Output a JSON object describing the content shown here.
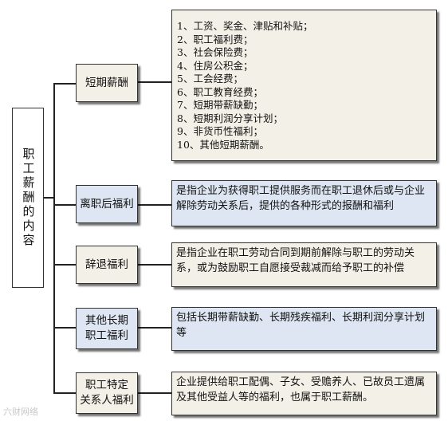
{
  "root": {
    "label": "职工薪酬的内容"
  },
  "categories": [
    {
      "label": "短期薪酬"
    },
    {
      "label": "离职后福利"
    },
    {
      "label": "辞退福利"
    },
    {
      "label": "其他长期\n职工福利"
    },
    {
      "label": "职工特定\n关系人福利"
    }
  ],
  "short_term_items": [
    "1、工资、奖金、津贴和补贴；",
    "2、职工福利费；",
    "3、社会保险费；",
    "4、住房公积金；",
    "5、工会经费；",
    "6、职工教育经费；",
    "7、短期带薪缺勤；",
    "8、短期利润分享计划；",
    "9、非货币性福利；",
    "10、其他短期薪酬。"
  ],
  "descriptions": [
    "是指企业为获得职工提供服务而在职工退休后或与企业解除劳动关系后，提供的各种形式的报酬和福利",
    "是指企业在职工劳动合同到期前解除与职工的劳动关系，或为鼓励职工自愿接受裁减而给予职工的补偿",
    "包括长期带薪缺勤、长期残疾福利、长期利润分享计划等",
    "企业提供给职工配偶、子女、受赡养人、已故员工遗属及其他受益人等的福利，也属于职工薪酬。"
  ],
  "watermark": "六财网络",
  "colors": {
    "beige": "#f3f1e7",
    "blue": "#dde6f2",
    "line": "#222222"
  }
}
